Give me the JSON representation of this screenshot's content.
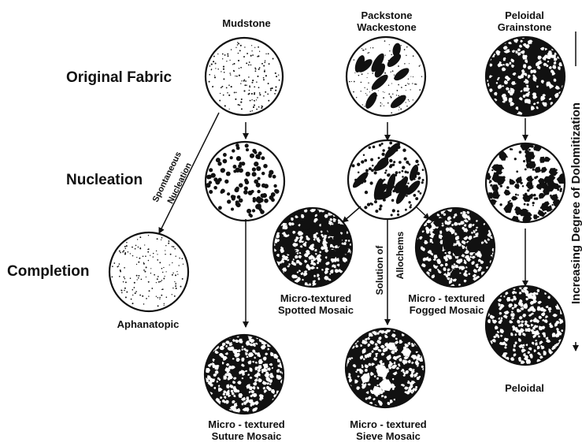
{
  "columns": {
    "mudstone": "Mudstone",
    "packstone": [
      "Packstone",
      "Wackestone"
    ],
    "grainstone": [
      "Peloidal",
      "Grainstone"
    ]
  },
  "rows": {
    "original": "Original Fabric",
    "nucleation": "Nucleation",
    "completion": "Completion"
  },
  "arrows": {
    "spontaneous": [
      "Spontaneous",
      "Nucleation"
    ],
    "solution": [
      "Solution of",
      "Allochems"
    ],
    "dolomitization": "Increasing Degree of Dolomitization"
  },
  "outcomes": {
    "aphanatopic": "Aphanatopic",
    "spotted": [
      "Micro-textured",
      "Spotted Mosaic"
    ],
    "fogged": [
      "Micro - textured",
      "Fogged Mosaic"
    ],
    "suture": [
      "Micro - textured",
      "Suture Mosaic"
    ],
    "sieve": [
      "Micro - textured",
      "Sieve Mosaic"
    ],
    "peloidal": "Peloidal"
  }
}
